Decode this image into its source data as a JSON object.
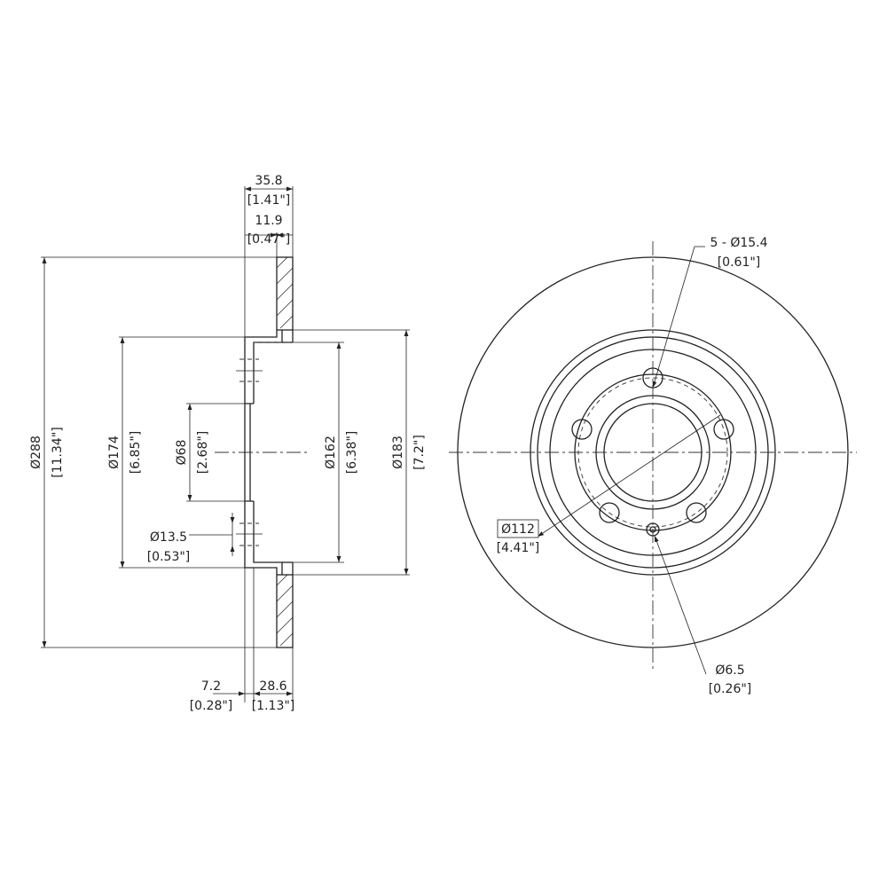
{
  "side_view": {
    "overall_width": {
      "mm": "35.8",
      "in": "[1.41\"]"
    },
    "flange_thickness": {
      "mm": "11.9",
      "in": "[0.47\"]"
    },
    "outer_diameter": {
      "mm": "Ø288",
      "in": "[11.34\"]"
    },
    "hat_diameter": {
      "mm": "Ø174",
      "in": "[6.85\"]"
    },
    "center_bore": {
      "mm": "Ø68",
      "in": "[2.68\"]"
    },
    "stud_hole": {
      "mm": "Ø13.5",
      "in": "[0.53\"]"
    },
    "inner_diameter": {
      "mm": "Ø162",
      "in": "[6.38\"]"
    },
    "friction_inner_diameter": {
      "mm": "Ø183",
      "in": "[7.2\"]"
    },
    "hat_thickness": {
      "mm": "7.2",
      "in": "[0.28\"]"
    },
    "hat_height": {
      "mm": "28.6",
      "in": "[1.13\"]"
    }
  },
  "front_view": {
    "bolt_holes": {
      "mm": "5 - Ø15.4",
      "in": "[0.61\"]"
    },
    "bolt_circle": {
      "mm": "Ø112",
      "in": "[4.41\"]"
    },
    "locator_hole": {
      "mm": "Ø6.5",
      "in": "[0.26\"]"
    }
  }
}
